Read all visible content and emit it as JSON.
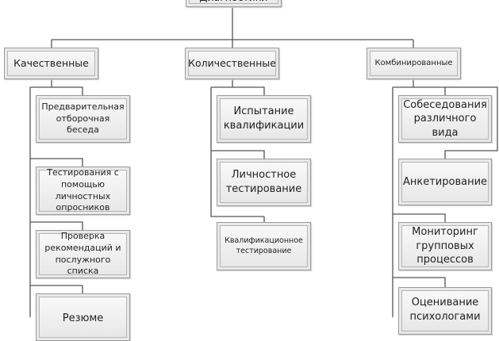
{
  "root": {
    "label": "Диагностики"
  },
  "categories": [
    {
      "label": "Качественные",
      "items": [
        "Предварительная отборочная беседа",
        "Тестирования с помощью личностных опросников",
        "Проверка рекомендаций и послужного списка",
        "Резюме"
      ]
    },
    {
      "label": "Количественные",
      "items": [
        "Испытание квалификации",
        "Личностное тестирование",
        "Квалификационное тестирование"
      ]
    },
    {
      "label": "Комбинированные",
      "items": [
        "Собеседования различного вида",
        "Анкетирование",
        "Мониторинг групповых процессов",
        "Оценивание психологами"
      ]
    }
  ]
}
